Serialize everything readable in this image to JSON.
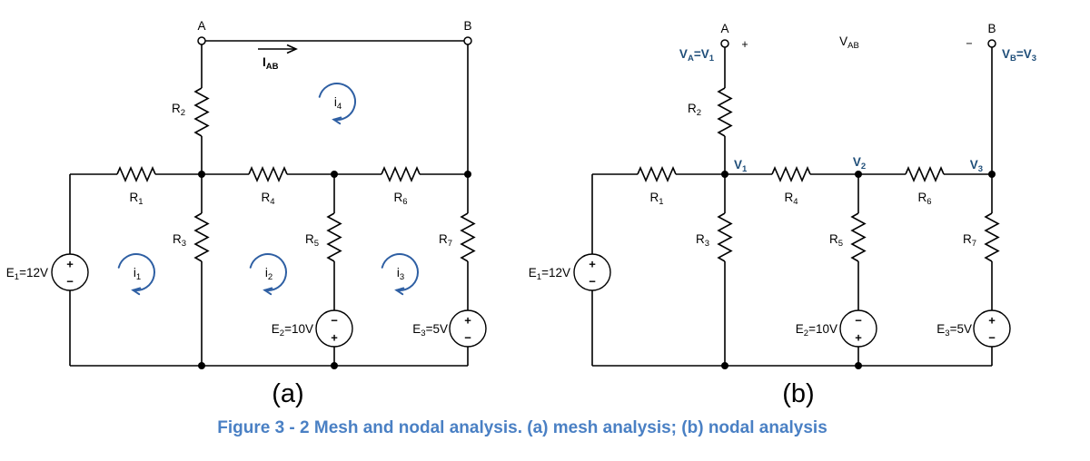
{
  "figure": {
    "caption": "Figure 3 - 2 Mesh and nodal analysis. (a) mesh analysis; (b) nodal analysis",
    "sublabels": {
      "a": "(a)",
      "b": "(b)"
    }
  },
  "colors": {
    "wire": "#000000",
    "mesh_arrow_blue": "#2e5fa3",
    "node_label_blue": "#1f4e79",
    "caption_blue": "#4a80c4"
  },
  "shared": {
    "plus": "+",
    "minus": "−",
    "terminals": {
      "a": "A",
      "b": "B"
    },
    "resistors": {
      "r1": [
        {
          "t": "R"
        },
        {
          "t": "1",
          "sub": true
        }
      ],
      "r2": [
        {
          "t": "R"
        },
        {
          "t": "2",
          "sub": true
        }
      ],
      "r3": [
        {
          "t": "R"
        },
        {
          "t": "3",
          "sub": true
        }
      ],
      "r4": [
        {
          "t": "R"
        },
        {
          "t": "4",
          "sub": true
        }
      ],
      "r5": [
        {
          "t": "R"
        },
        {
          "t": "5",
          "sub": true
        }
      ],
      "r6": [
        {
          "t": "R"
        },
        {
          "t": "6",
          "sub": true
        }
      ],
      "r7": [
        {
          "t": "R"
        },
        {
          "t": "7",
          "sub": true
        }
      ]
    },
    "sources": {
      "e1": [
        {
          "t": "E"
        },
        {
          "t": "1",
          "sub": true
        },
        {
          "t": "=12V"
        }
      ],
      "e2": [
        {
          "t": "E"
        },
        {
          "t": "2",
          "sub": true
        },
        {
          "t": "=10V"
        }
      ],
      "e3": [
        {
          "t": "E"
        },
        {
          "t": "3",
          "sub": true
        },
        {
          "t": "=5V"
        }
      ]
    }
  },
  "circuit_a": {
    "current_ab": [
      {
        "t": "I"
      },
      {
        "t": "AB",
        "sub": true
      }
    ],
    "mesh_currents": {
      "i1": [
        {
          "t": "i"
        },
        {
          "t": "1",
          "sub": true
        }
      ],
      "i2": [
        {
          "t": "i"
        },
        {
          "t": "2",
          "sub": true
        }
      ],
      "i3": [
        {
          "t": "i"
        },
        {
          "t": "3",
          "sub": true
        }
      ],
      "i4": [
        {
          "t": "i"
        },
        {
          "t": "4",
          "sub": true
        }
      ]
    }
  },
  "circuit_b": {
    "va": [
      {
        "t": "V"
      },
      {
        "t": "A",
        "sub": true
      },
      {
        "t": "=V"
      },
      {
        "t": "1",
        "sub": true
      }
    ],
    "vb": [
      {
        "t": "V"
      },
      {
        "t": "B",
        "sub": true
      },
      {
        "t": "=V"
      },
      {
        "t": "3",
        "sub": true
      }
    ],
    "vab": [
      {
        "t": "V"
      },
      {
        "t": "AB",
        "sub": true
      }
    ],
    "nodes": {
      "v1": [
        {
          "t": "V"
        },
        {
          "t": "1",
          "sub": true
        }
      ],
      "v2": [
        {
          "t": "V"
        },
        {
          "t": "2",
          "sub": true
        }
      ],
      "v3": [
        {
          "t": "V"
        },
        {
          "t": "3",
          "sub": true
        }
      ]
    }
  }
}
